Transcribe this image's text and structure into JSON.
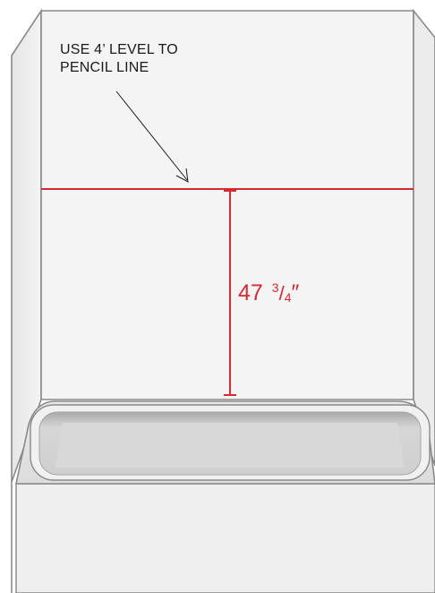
{
  "annotation": {
    "line1": "USE 4’ LEVEL TO",
    "line2": "PENCIL LINE"
  },
  "measurement": {
    "whole": "47",
    "numerator": "3",
    "slash": "/",
    "denominator": "4",
    "unit": "″"
  },
  "colors": {
    "measure_line": "#d42a33",
    "outline": "#8a8a8a",
    "panel_fill": "#f2f2f2",
    "tub_fill": "#e8e8e8",
    "tub_inner": "#c9c9c9"
  }
}
